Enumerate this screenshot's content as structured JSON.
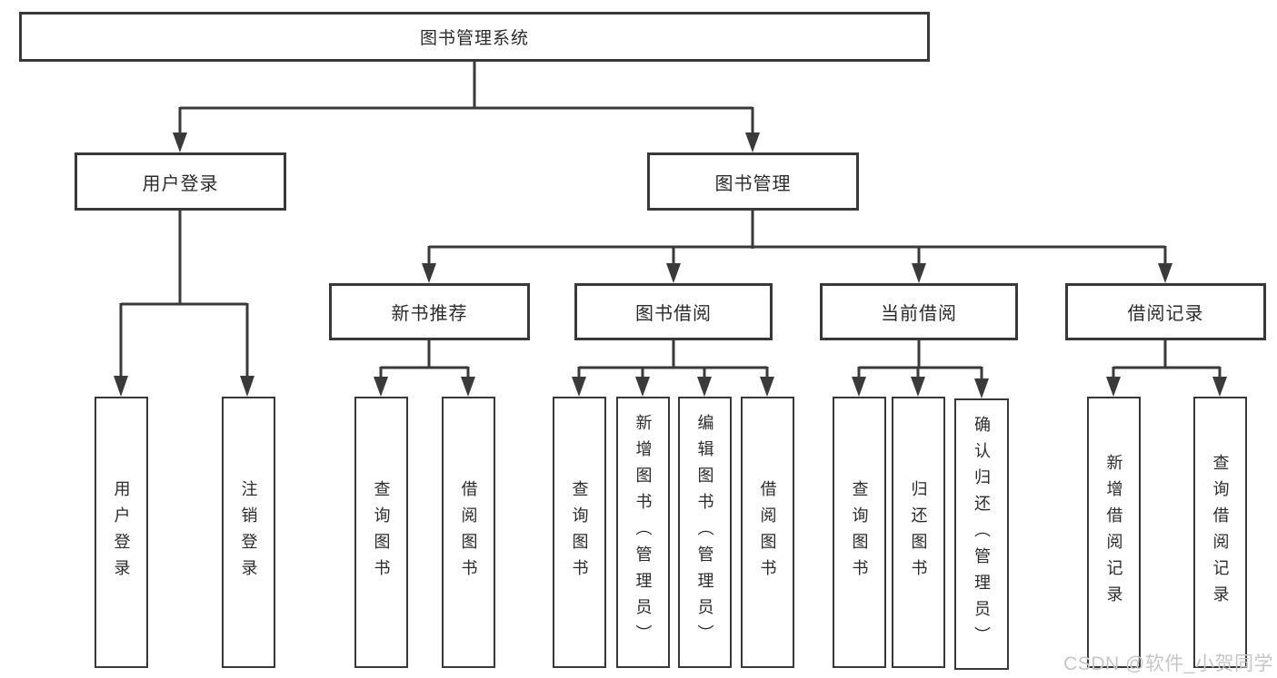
{
  "diagram_type": "function-structure-tree",
  "colors": {
    "line_color": "#3a3a3a",
    "border_color": "#383838",
    "text_color": "#2b2b2b",
    "bg_color": "#ffffff",
    "watermark_color": "#c6c6c6"
  },
  "watermark": {
    "text": "CSDN @软件_小贺同学"
  },
  "tree": {
    "label": "图书管理系统",
    "children": [
      {
        "label": "用户登录",
        "children": [
          {
            "label": "用户登录"
          },
          {
            "label": "注销登录"
          }
        ]
      },
      {
        "label": "图书管理",
        "children": [
          {
            "label": "新书推荐",
            "children": [
              {
                "label": "查询图书"
              },
              {
                "label": "借阅图书"
              }
            ]
          },
          {
            "label": "图书借阅",
            "children": [
              {
                "label": "查询图书"
              },
              {
                "label": "新增图书（管理员）"
              },
              {
                "label": "编辑图书（管理员）"
              },
              {
                "label": "借阅图书"
              }
            ]
          },
          {
            "label": "当前借阅",
            "children": [
              {
                "label": "查询图书"
              },
              {
                "label": "归还图书"
              },
              {
                "label": "确认归还（管理员）"
              }
            ]
          },
          {
            "label": "借阅记录",
            "children": [
              {
                "label": "新增借阅记录"
              },
              {
                "label": "查询借阅记录"
              }
            ]
          }
        ]
      }
    ]
  }
}
